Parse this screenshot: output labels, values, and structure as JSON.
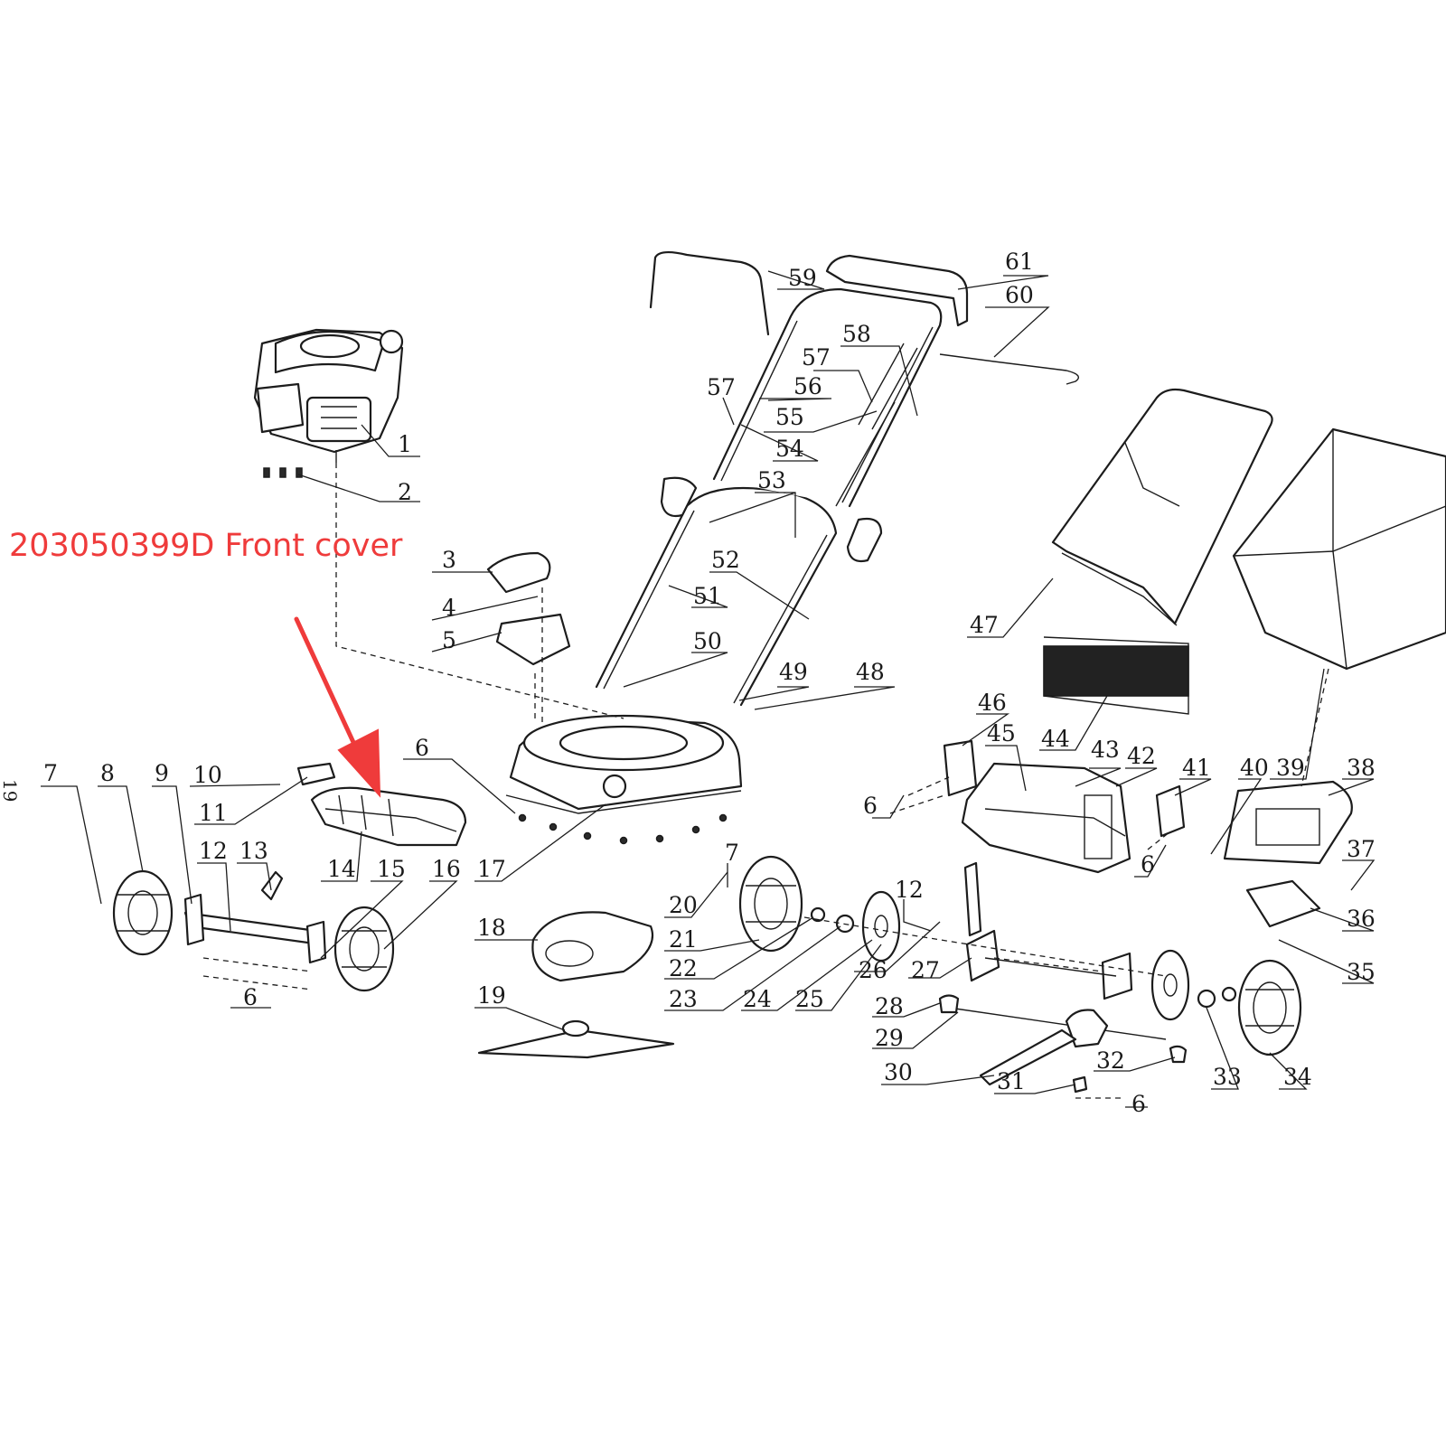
{
  "annotation": {
    "text": "203050399D Front cover",
    "color": "#ef3b3b"
  },
  "edge_mark": "19",
  "callouts": [
    "1",
    "2",
    "3",
    "4",
    "5",
    "6",
    "7",
    "8",
    "9",
    "10",
    "11",
    "12",
    "13",
    "14",
    "15",
    "16",
    "17",
    "18",
    "19",
    "20",
    "21",
    "22",
    "23",
    "24",
    "25",
    "26",
    "27",
    "28",
    "29",
    "30",
    "31",
    "32",
    "33",
    "34",
    "35",
    "36",
    "37",
    "38",
    "39",
    "40",
    "41",
    "42",
    "43",
    "44",
    "45",
    "46",
    "47",
    "48",
    "49",
    "50",
    "51",
    "52",
    "53",
    "54",
    "55",
    "56",
    "57",
    "58",
    "59",
    "60",
    "61"
  ]
}
